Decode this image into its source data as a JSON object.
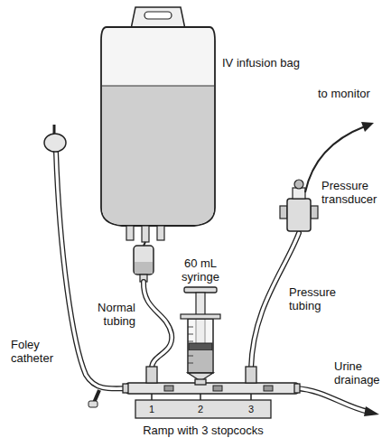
{
  "diagram": {
    "labels": [
      "IV infusion bag",
      "Normal tubing",
      "60 mL syringe",
      "to monitor",
      "Pressure transducer",
      "Pressure tubing",
      "Foley catheter",
      "Urine drainage",
      "Ramp with 3 stopcocks",
      "1",
      "2",
      "3"
    ]
  }
}
